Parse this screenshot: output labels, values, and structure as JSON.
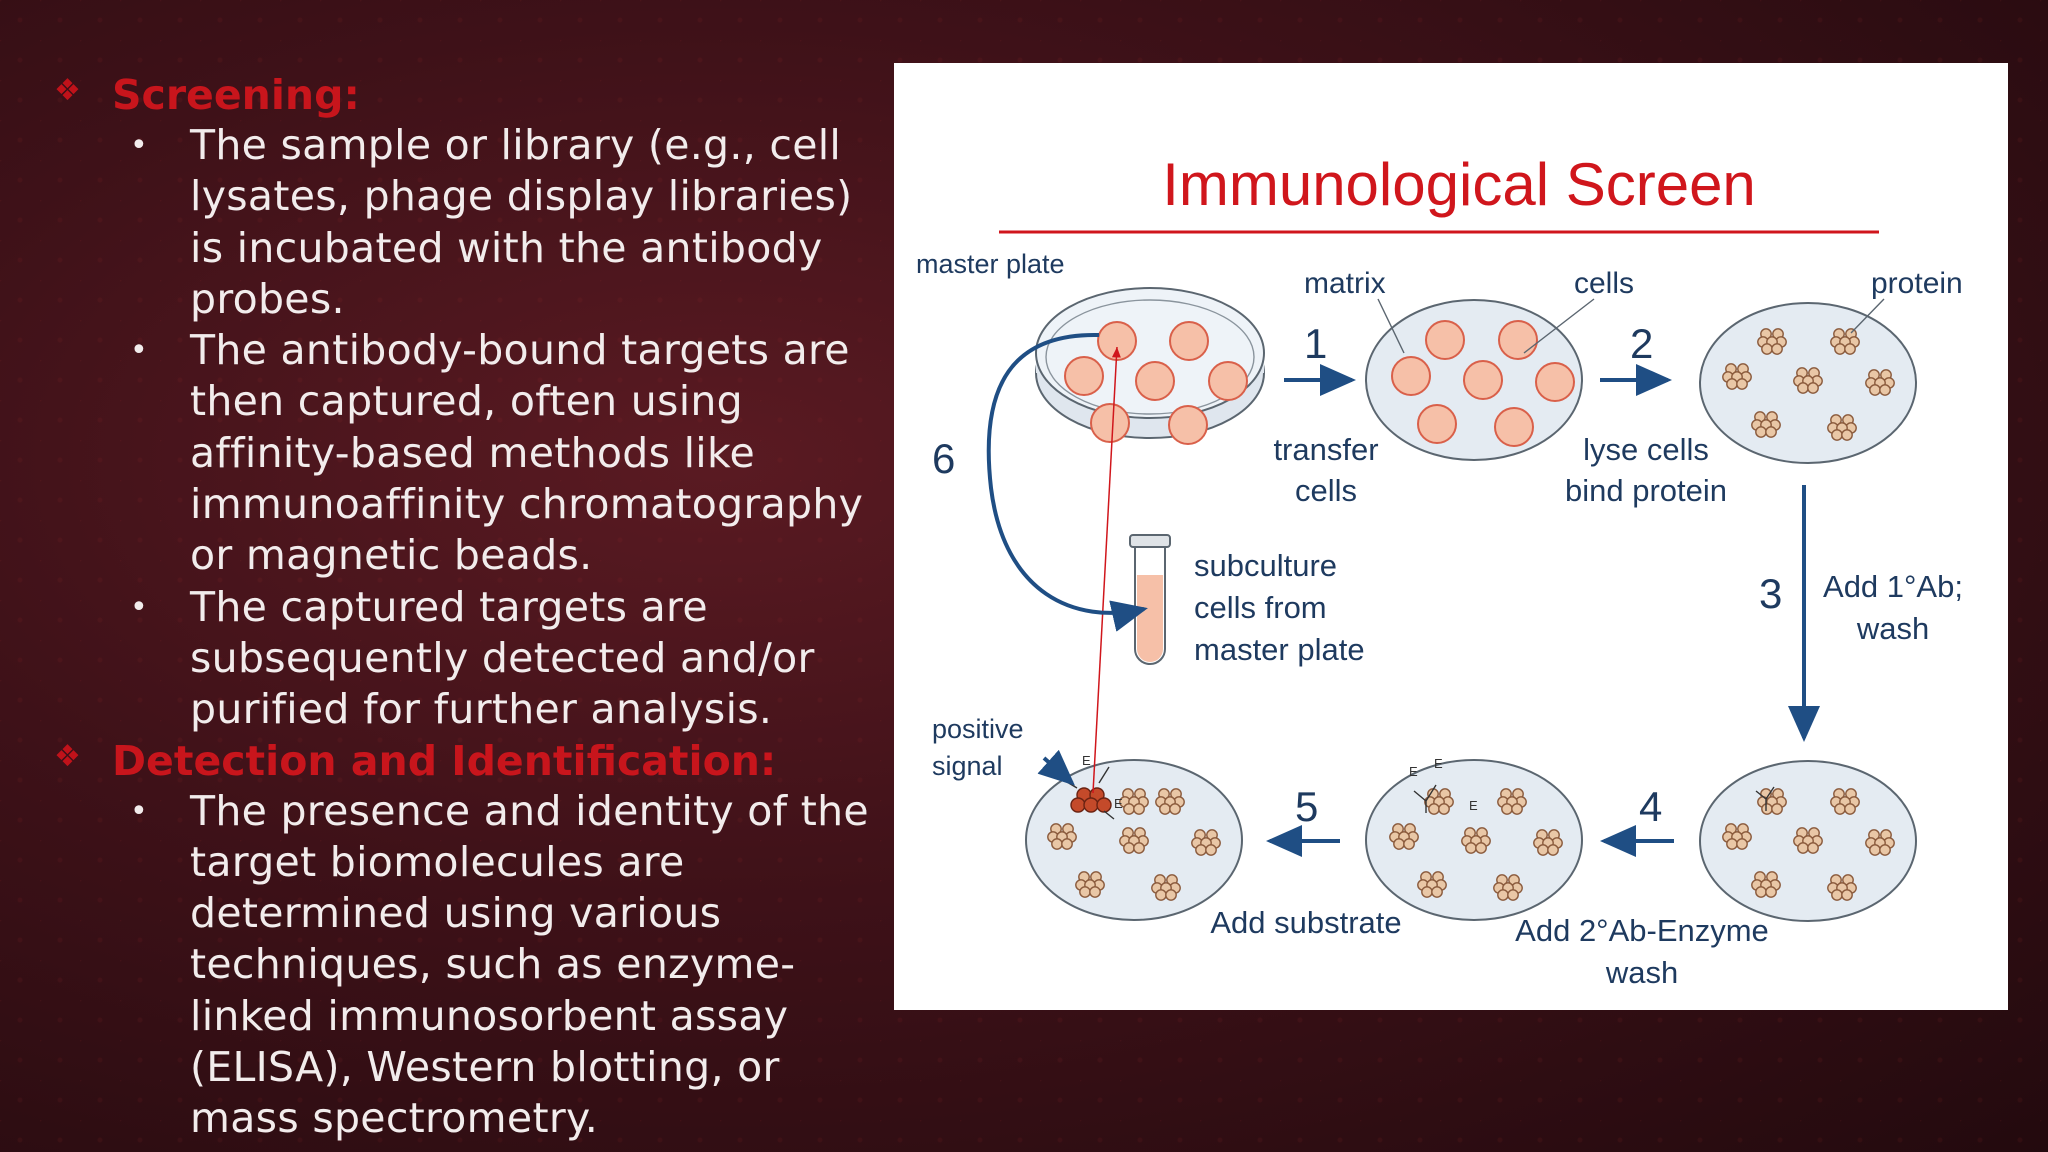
{
  "sections": [
    {
      "title": "Screening:",
      "bullets": [
        "The sample or library (e.g., cell lysates, phage display libraries) is incubated with the antibody probes.",
        "The antibody-bound targets are then captured, often using affinity-based methods like immunoaffinity chromatography or magnetic beads.",
        "The captured targets are subsequently detected and/or purified for further analysis."
      ]
    },
    {
      "title": "Detection and Identification:",
      "bullets": [
        "The presence and identity of the target biomolecules are determined using various techniques, such as enzyme-linked immunosorbent assay (ELISA), Western blotting, or mass spectrometry."
      ]
    }
  ],
  "diagram": {
    "title": "Immunological Screen",
    "master_plate": "master plate",
    "matrix": "matrix",
    "cells": "cells",
    "protein": "protein",
    "step1": "1",
    "step2": "2",
    "step3": "3",
    "step4": "4",
    "step5": "5",
    "step6": "6",
    "transfer_1": "transfer",
    "transfer_2": "cells",
    "lyse_1": "lyse cells",
    "lyse_2": "bind protein",
    "ab1_1": "Add 1°Ab;",
    "ab1_2": "wash",
    "ab2_1": "Add 2°Ab-Enzyme",
    "ab2_2": "wash",
    "substrate": "Add substrate",
    "positive_1": "positive",
    "positive_2": "signal",
    "sub_1": "subculture",
    "sub_2": "cells from",
    "sub_3": "master plate",
    "enzyme_label": "E",
    "colors": {
      "title": "#d0161c",
      "arrow": "#1f4e84",
      "colony": "#f6c0a8",
      "colony_stroke": "#d9604a",
      "plate": "#e4ebf2",
      "signal": "#c44a2a"
    }
  }
}
